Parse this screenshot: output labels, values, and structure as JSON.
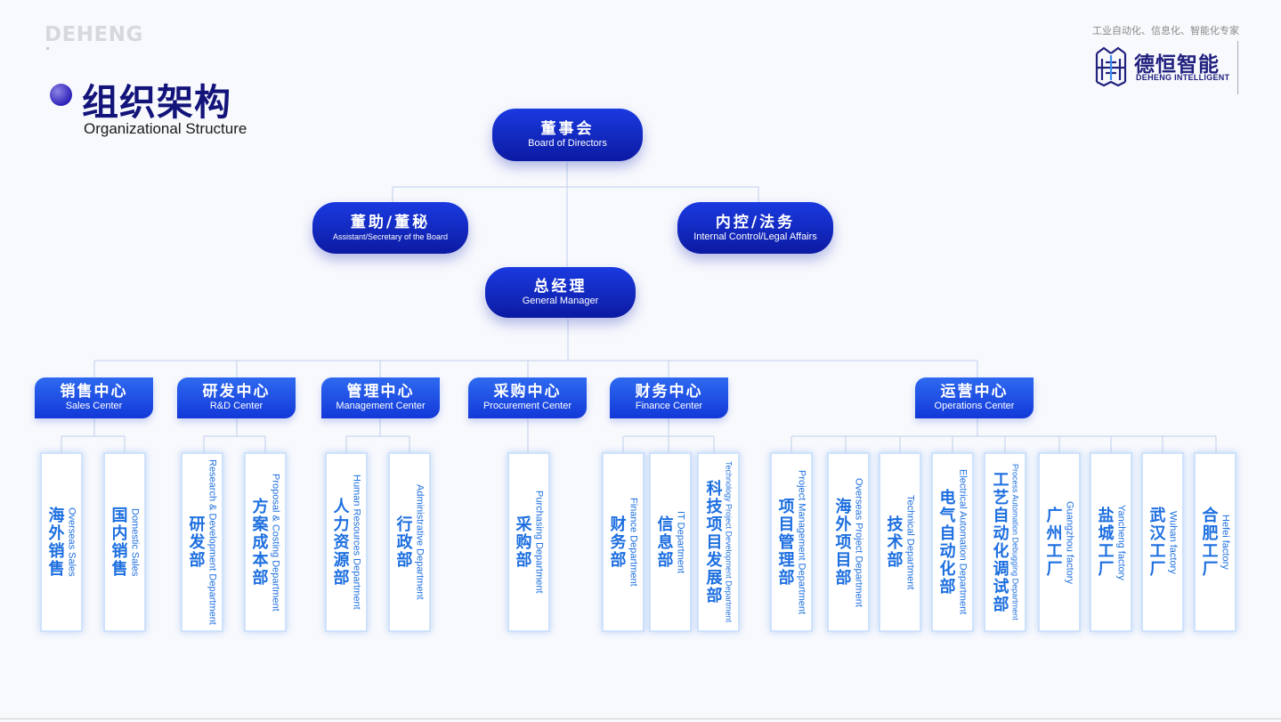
{
  "watermark": "DEHENG",
  "title": {
    "cn": "组织架构",
    "en": "Organizational Structure"
  },
  "brand": {
    "tagline": "工业自动化、信息化、智能化专家",
    "name_cn": "德恒智能",
    "name_en": "DEHENG INTELLIGENT"
  },
  "board": {
    "cn": "董事会",
    "en": "Board of Directors"
  },
  "assistant": {
    "cn": "董助/董秘",
    "en": "Assistant/Secretary of the Board"
  },
  "control": {
    "cn": "内控/法务",
    "en": "Internal Control/Legal Affairs"
  },
  "gm": {
    "cn": "总经理",
    "en": "General Manager"
  },
  "centers": [
    {
      "cn": "销售中心",
      "en": "Sales Center"
    },
    {
      "cn": "研发中心",
      "en": "R&D Center"
    },
    {
      "cn": "管理中心",
      "en": "Management Center"
    },
    {
      "cn": "采购中心",
      "en": "Procurement Center"
    },
    {
      "cn": "财务中心",
      "en": "Finance Center"
    },
    {
      "cn": "运营中心",
      "en": "Operations Center"
    }
  ],
  "departments": [
    {
      "cn": "海外销售",
      "en": "Overseas Sales"
    },
    {
      "cn": "国内销售",
      "en": "Domestic Sales"
    },
    {
      "cn": "研发部",
      "en": "Research & Development Department"
    },
    {
      "cn": "方案成本部",
      "en": "Proposal & Costing Department"
    },
    {
      "cn": "人力资源部",
      "en": "Human Resources Department"
    },
    {
      "cn": "行政部",
      "en": "Administrative Department"
    },
    {
      "cn": "采购部",
      "en": "Purchasing Department"
    },
    {
      "cn": "财务部",
      "en": "Finance Department"
    },
    {
      "cn": "信息部",
      "en": "IT Department"
    },
    {
      "cn": "科技项目发展部",
      "en": "Technology Project Development Department"
    },
    {
      "cn": "项目管理部",
      "en": "Project Management Department"
    },
    {
      "cn": "海外项目部",
      "en": "Overseas Project Department"
    },
    {
      "cn": "技术部",
      "en": "Technical Department"
    },
    {
      "cn": "电气自动化部",
      "en": "Electrical Automation Department"
    },
    {
      "cn": "工艺自动化调试部",
      "en": "Process Automation Debugging Department"
    },
    {
      "cn": "广州工厂",
      "en": "Guangzhou factory"
    },
    {
      "cn": "盐城工厂",
      "en": "Yancheng factory"
    },
    {
      "cn": "武汉工厂",
      "en": "Wuhan factory"
    },
    {
      "cn": "合肥工厂",
      "en": "Hefei factory"
    }
  ],
  "colors": {
    "primary": "#0c1aa2",
    "center_blue": "#1f4fe6",
    "dept_text": "#1d6fe0",
    "connector": "#c9d6ee"
  }
}
